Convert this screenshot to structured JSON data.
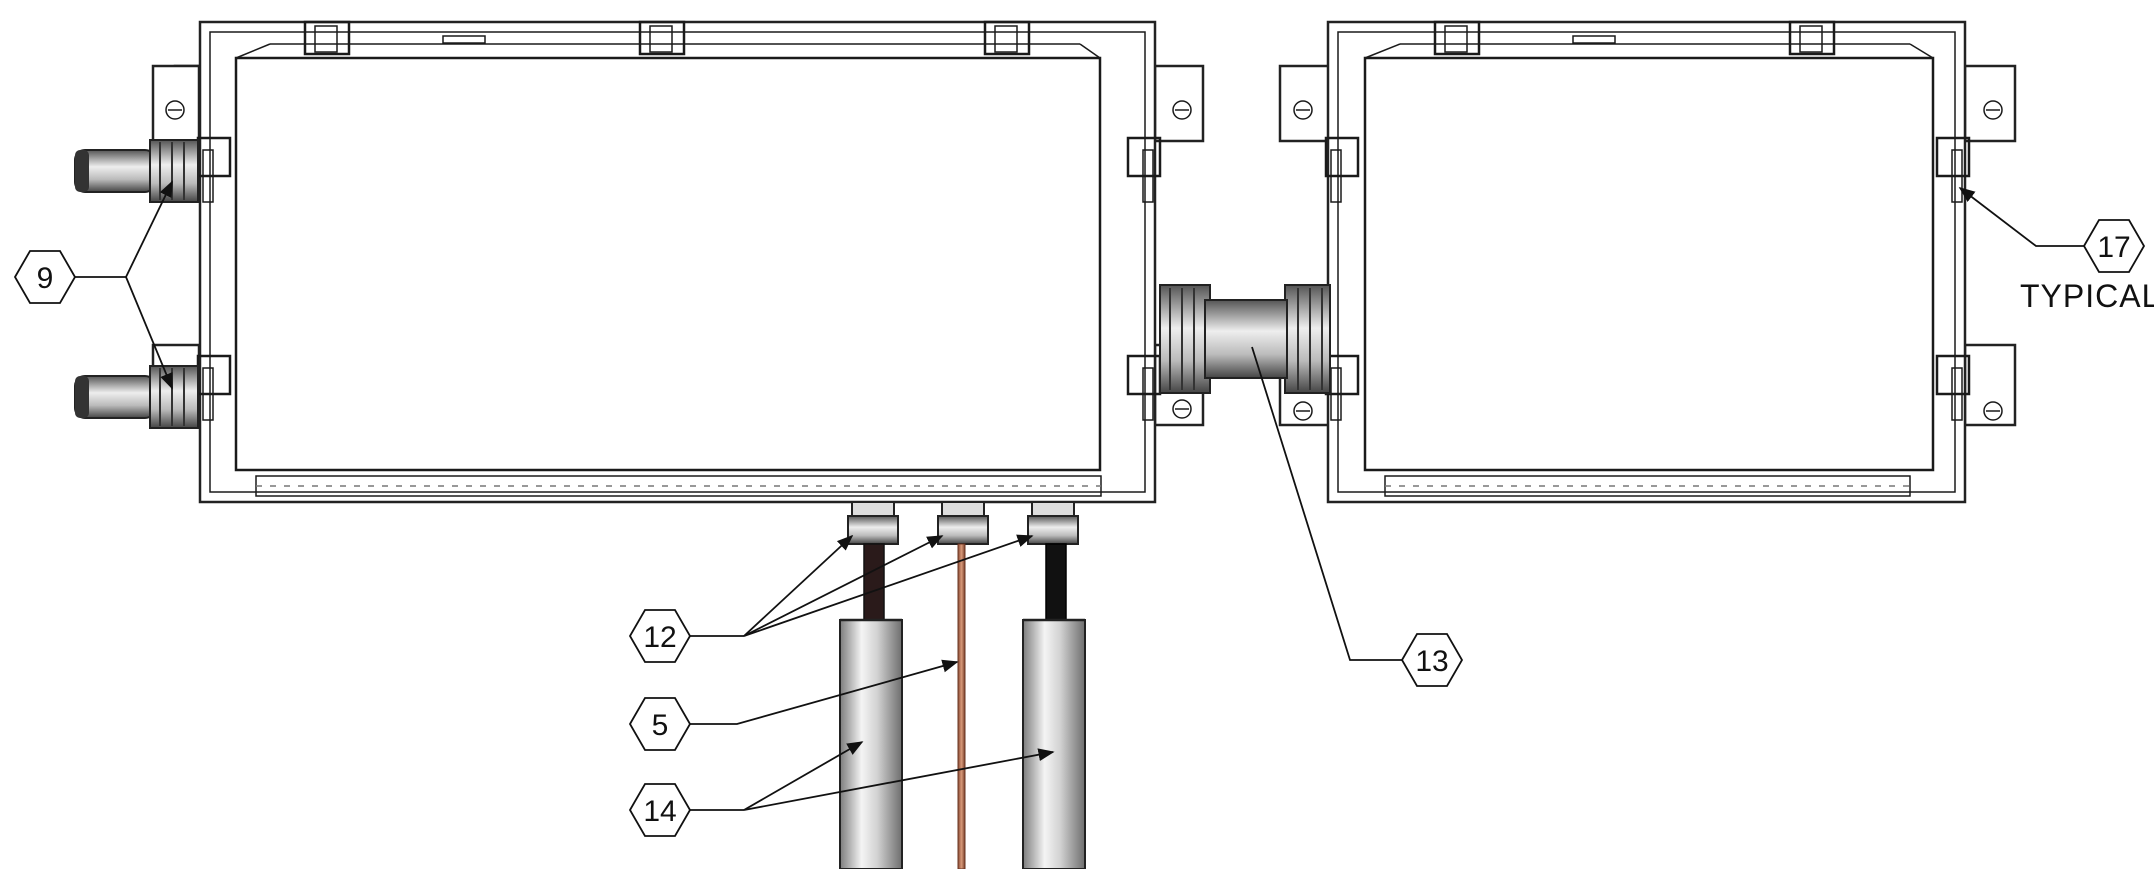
{
  "callouts": {
    "c9": "9",
    "c12": "12",
    "c5": "5",
    "c14": "14",
    "c13": "13",
    "c17": "17",
    "typical": "TYPICAL"
  },
  "colors": {
    "line": "#1a1a1a",
    "copper": "#b8684a",
    "cable": "#2a1a1a",
    "pipe_light": "#e8e8e8",
    "pipe_dark": "#8a8a8a"
  }
}
